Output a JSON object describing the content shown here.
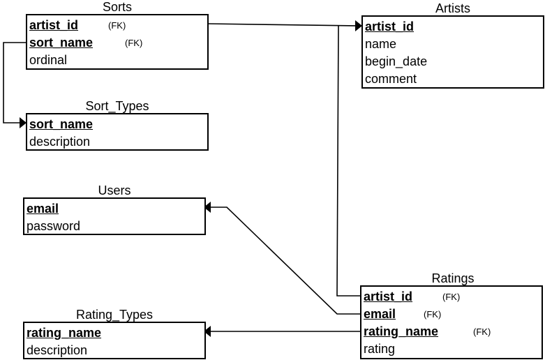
{
  "tables": {
    "sorts": {
      "title": "Sorts",
      "rows": [
        {
          "name": "artist_id",
          "fk": "(FK)"
        },
        {
          "name": "sort_name",
          "fk": "(FK)"
        },
        {
          "name": "ordinal",
          "fk": ""
        }
      ]
    },
    "artists": {
      "title": "Artists",
      "rows": [
        {
          "name": "artist_id"
        },
        {
          "name": "name"
        },
        {
          "name": "begin_date"
        },
        {
          "name": "comment"
        }
      ]
    },
    "sort_types": {
      "title": "Sort_Types",
      "rows": [
        {
          "name": "sort_name"
        },
        {
          "name": "description"
        }
      ]
    },
    "users": {
      "title": "Users",
      "rows": [
        {
          "name": "email"
        },
        {
          "name": "password"
        }
      ]
    },
    "ratings": {
      "title": "Ratings",
      "rows": [
        {
          "name": "artist_id",
          "fk": "(FK)"
        },
        {
          "name": "email",
          "fk": "(FK)"
        },
        {
          "name": "rating_name",
          "fk": "(FK)"
        },
        {
          "name": "rating",
          "fk": ""
        }
      ]
    },
    "rating_types": {
      "title": "Rating_Types",
      "rows": [
        {
          "name": "rating_name"
        },
        {
          "name": "description"
        }
      ]
    }
  },
  "relationships": [
    {
      "from": "sorts.artist_id",
      "to": "artists.artist_id"
    },
    {
      "from": "sorts.sort_name",
      "to": "sort_types.sort_name"
    },
    {
      "from": "ratings.artist_id",
      "to": "artists.artist_id"
    },
    {
      "from": "ratings.email",
      "to": "users.email"
    },
    {
      "from": "ratings.rating_name",
      "to": "rating_types.rating_name"
    }
  ]
}
